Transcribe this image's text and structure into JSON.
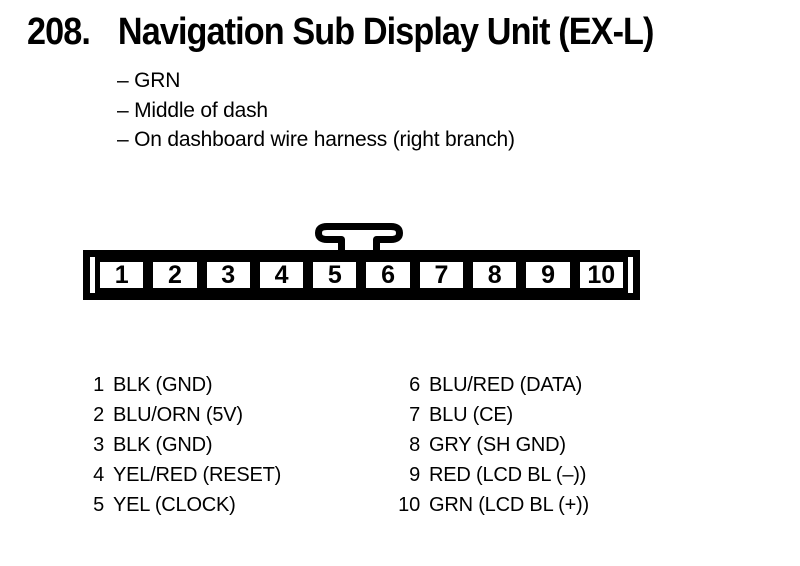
{
  "page": {
    "title_number": "208.",
    "title": "Navigation Sub Display Unit (EX-L)"
  },
  "notes": [
    "– GRN",
    "– Middle of dash",
    "– On dashboard wire harness (right branch)"
  ],
  "connector": {
    "pins": [
      "1",
      "2",
      "3",
      "4",
      "5",
      "6",
      "7",
      "8",
      "9",
      "10"
    ]
  },
  "pin_table": {
    "left": [
      {
        "num": "1",
        "label": "BLK (GND)"
      },
      {
        "num": "2",
        "label": "BLU/ORN (5V)"
      },
      {
        "num": "3",
        "label": "BLK (GND)"
      },
      {
        "num": "4",
        "label": "YEL/RED (RESET)"
      },
      {
        "num": "5",
        "label": "YEL (CLOCK)"
      }
    ],
    "right": [
      {
        "num": "6",
        "label": "BLU/RED (DATA)"
      },
      {
        "num": "7",
        "label": "BLU (CE)"
      },
      {
        "num": "8",
        "label": "GRY (SH GND)"
      },
      {
        "num": "9",
        "label": "RED (LCD BL (–))"
      },
      {
        "num": "10",
        "label": "GRN (LCD BL (+))"
      }
    ]
  },
  "colors": {
    "ink": "#000000",
    "paper": "#ffffff"
  }
}
